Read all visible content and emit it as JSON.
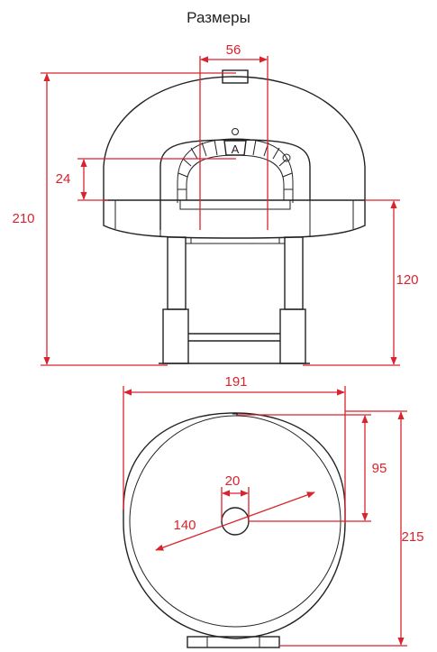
{
  "title": "Размеры",
  "colors": {
    "dimension": "#d9232d",
    "outline": "#222222"
  },
  "front_view": {
    "dims": {
      "chimney_width": "56",
      "door_height": "24",
      "total_height": "210",
      "stand_height": "120"
    },
    "door_badge": "A"
  },
  "top_view": {
    "dims": {
      "total_width": "191",
      "flue_diameter": "20",
      "inner_diameter": "140",
      "center_depth": "95",
      "total_depth": "215"
    }
  }
}
